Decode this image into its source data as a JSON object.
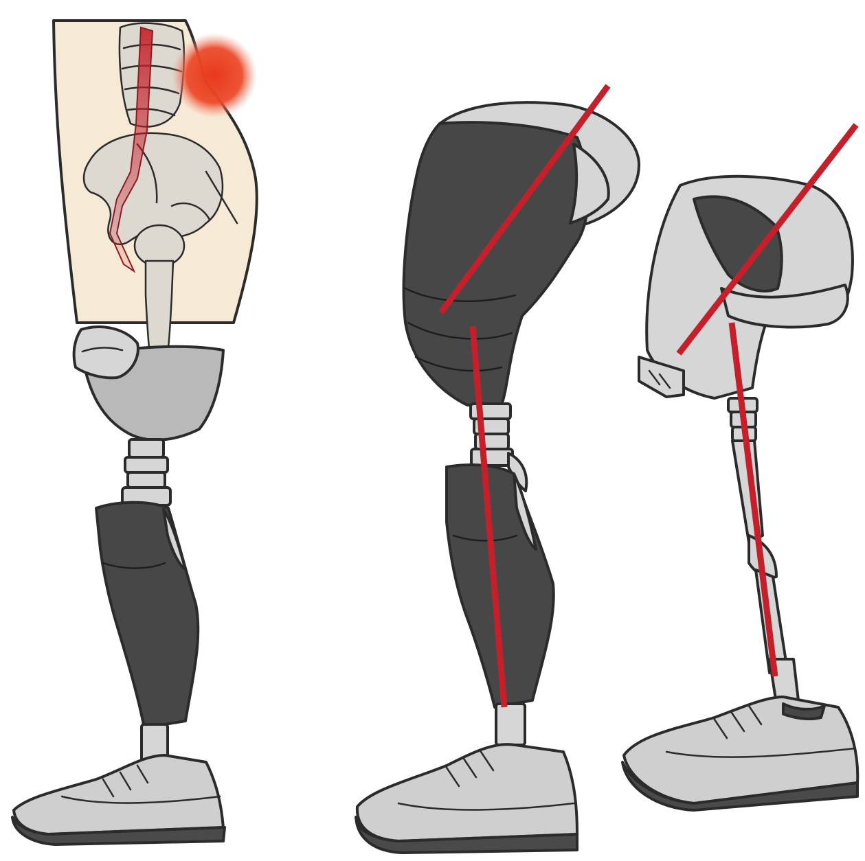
{
  "illustration": {
    "panels": [
      {
        "subject": "transfemoral-prosthesis-with-pelvis-and-back-pain",
        "marker": "red-pain-spot"
      },
      {
        "subject": "prosthesis-side-view-socket-aligned"
      },
      {
        "subject": "prosthesis-side-view-socket-misaligned"
      }
    ],
    "colors": {
      "alignment_line": "#c4202b",
      "pain_marker": "#e8391d",
      "socket_dark": "#474747",
      "prosthesis_grey": "#b9b9b9",
      "skin": "#f6ead6",
      "outline": "#2b2b2b"
    }
  }
}
